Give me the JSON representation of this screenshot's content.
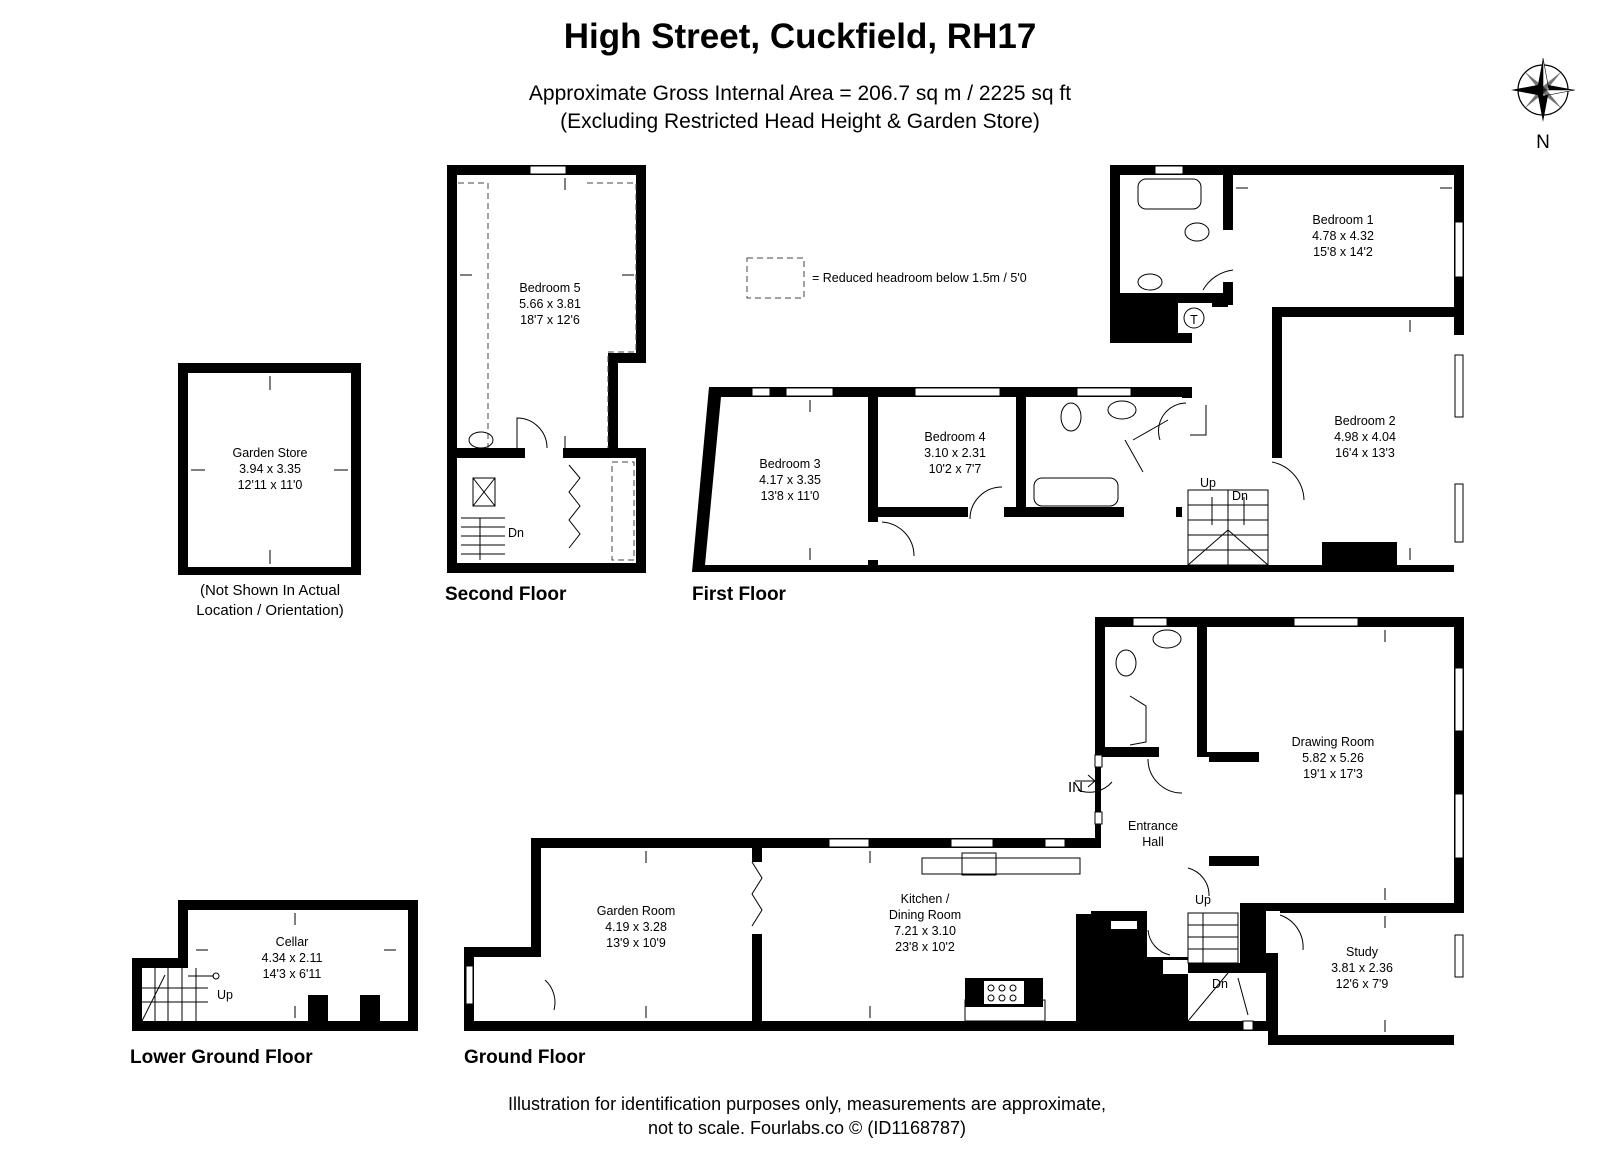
{
  "header": {
    "title": "High Street, Cuckfield, RH17",
    "area_line": "Approximate Gross Internal Area = 206.7 sq m / 2225 sq ft",
    "exclusion_line": "(Excluding Restricted Head Height & Garden Store)"
  },
  "compass": {
    "label": "N"
  },
  "legend": {
    "text": "= Reduced headroom below 1.5m / 5'0"
  },
  "floors": {
    "second": "Second Floor",
    "first": "First Floor",
    "lower_ground": "Lower Ground Floor",
    "ground": "Ground Floor"
  },
  "garden_store": {
    "name": "Garden Store",
    "metric": "3.94 x 3.35",
    "imperial": "12'11 x 11'0",
    "note_1": "(Not Shown In Actual",
    "note_2": "Location / Orientation)"
  },
  "rooms": {
    "bedroom5": {
      "name": "Bedroom 5",
      "metric": "5.66 x 3.81",
      "imperial": "18'7 x 12'6"
    },
    "bedroom1": {
      "name": "Bedroom 1",
      "metric": "4.78 x 4.32",
      "imperial": "15'8 x 14'2"
    },
    "bedroom2": {
      "name": "Bedroom 2",
      "metric": "4.98 x 4.04",
      "imperial": "16'4 x 13'3"
    },
    "bedroom3": {
      "name": "Bedroom 3",
      "metric": "4.17 x 3.35",
      "imperial": "13'8 x 11'0"
    },
    "bedroom4": {
      "name": "Bedroom 4",
      "metric": "3.10 x 2.31",
      "imperial": "10'2 x 7'7"
    },
    "drawing": {
      "name": "Drawing Room",
      "metric": "5.82 x 5.26",
      "imperial": "19'1 x 17'3"
    },
    "kitchen": {
      "name_1": "Kitchen /",
      "name_2": "Dining Room",
      "metric": "7.21 x 3.10",
      "imperial": "23'8 x 10'2"
    },
    "garden_room": {
      "name": "Garden Room",
      "metric": "4.19 x 3.28",
      "imperial": "13'9 x 10'9"
    },
    "study": {
      "name": "Study",
      "metric": "3.81 x 2.36",
      "imperial": "12'6 x 7'9"
    },
    "cellar": {
      "name": "Cellar",
      "metric": "4.34 x 2.11",
      "imperial": "14'3 x 6'11"
    },
    "entrance": {
      "name_1": "Entrance",
      "name_2": "Hall"
    }
  },
  "markers": {
    "up": "Up",
    "dn": "Dn",
    "in": "IN",
    "t": "T"
  },
  "footer": {
    "line_1": "Illustration for identification purposes only, measurements are approximate,",
    "line_2": "not to scale. Fourlabs.co © (ID1168787)"
  }
}
